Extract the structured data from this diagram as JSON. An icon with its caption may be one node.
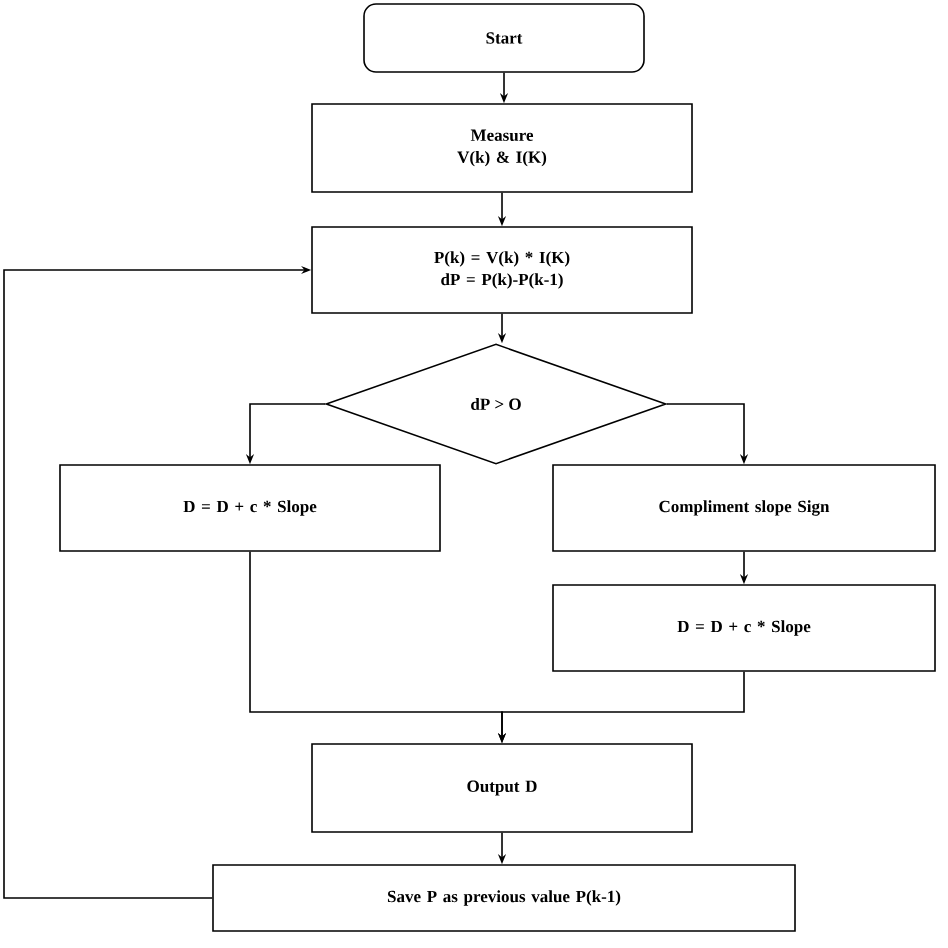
{
  "diagram": {
    "nodes": [
      {
        "text": [
          "Start"
        ]
      },
      {
        "text": [
          "Measure V(k) & I(K)"
        ]
      },
      {
        "text": [
          "P(k) = V(k) * I(K)",
          "dP = P(k)-P(k-1)"
        ]
      },
      {
        "text": [
          "dP > O"
        ]
      },
      {
        "text": [
          "D = D + c * Slope"
        ]
      },
      {
        "text": [
          "Compliment slope Sign"
        ]
      },
      {
        "text": [
          "D = D + c * Slope"
        ]
      },
      {
        "text": [
          "Output D"
        ]
      },
      {
        "text": [
          "Save P as previous value P(k-1)"
        ]
      }
    ],
    "edges": [
      {
        "from": 0,
        "to": 1,
        "arrow": "to"
      },
      {
        "from": 1,
        "to": 2,
        "arrow": "to"
      },
      {
        "from": 2,
        "to": 3,
        "arrow": "to"
      },
      {
        "from": 3,
        "to": 4,
        "arrow": "to"
      },
      {
        "from": 3,
        "to": 5,
        "arrow": "to"
      },
      {
        "from": 5,
        "to": 6,
        "arrow": "to"
      },
      {
        "from": 4,
        "to": 7,
        "arrow": "to"
      },
      {
        "from": 6,
        "to": 7,
        "arrow": "to"
      },
      {
        "from": 7,
        "to": 8,
        "arrow": "to"
      },
      {
        "from": 8,
        "to": 2,
        "arrow": "to"
      }
    ]
  }
}
